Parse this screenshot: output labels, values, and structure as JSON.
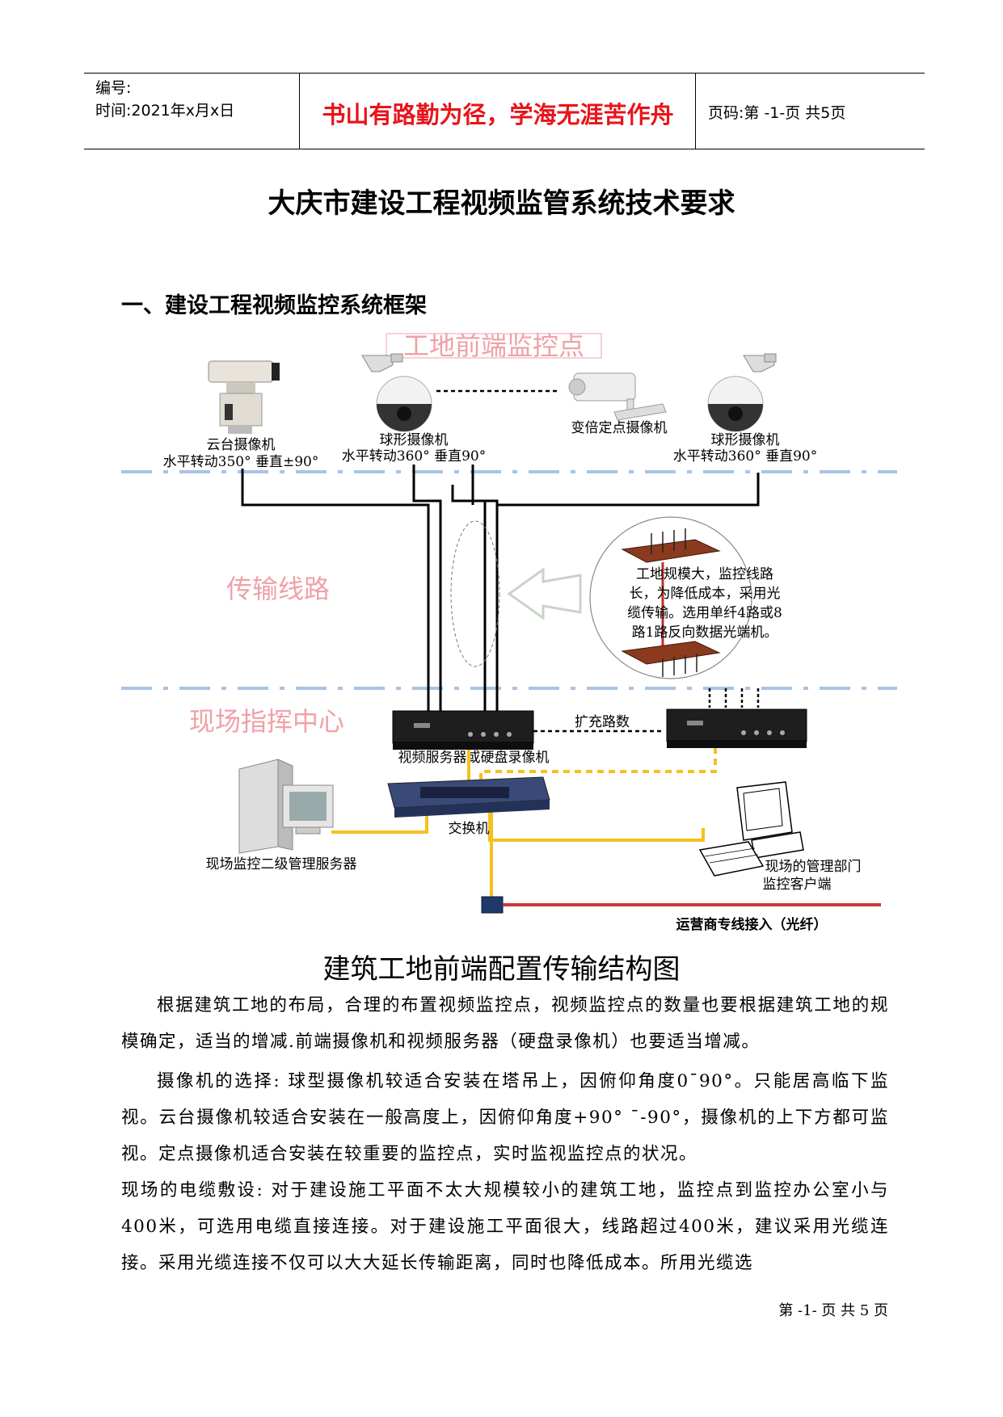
{
  "header": {
    "number_label": "编号:",
    "time_label": "时间:2021年x月x日",
    "motto": "书山有路勤为径，学海无涯苦作舟",
    "page_label": "页码:第 -1-页 共5页"
  },
  "doc": {
    "title": "大庆市建设工程视频监管系统技术要求",
    "section1": "一、建设工程视频监控系统框架"
  },
  "diagram": {
    "zone_front": "工地前端监控点",
    "zone_transmission": "传输线路",
    "zone_center": "现场指挥中心",
    "ptz_camera": "云台摄像机",
    "ptz_rotation": "水平转动350°  垂直±90°",
    "dome1": "球形摄像机",
    "dome1_rotation": "水平转动360° 垂直90°",
    "fixed_camera": "变倍定点摄像机",
    "dome2": "球形摄像机",
    "dome2_rotation": "水平转动360° 垂直90°",
    "fiber_note": [
      "工地规模大，监控线路",
      "长，为降低成本，采用光",
      "缆传输。选用单纤4路或8",
      "路1路反向数据光端机。"
    ],
    "expand": "扩充路数",
    "dvr": "视频服务器或硬盘录像机",
    "switch": "交换机",
    "server": "现场监控二级管理服务器",
    "client_line1": "现场的管理部门",
    "client_line2": "监控客户端",
    "isp": "运营商专线接入（光纤）"
  },
  "caption": "建筑工地前端配置传输结构图",
  "paragraphs": [
    "根据建筑工地的布局，合理的布置视频监控点，视频监控点的数量也要根据建筑工地的规模确定，适当的增减.前端摄像机和视频服务器（硬盘录像机）也要适当增减。",
    "摄像机的选择: 球型摄像机较适合安装在塔吊上，因俯仰角度0¯90°。只能居高临下监视。云台摄像机较适合安装在一般高度上，因俯仰角度+90° ¯-90°，摄像机的上下方都可监视。定点摄像机适合安装在较重要的监控点，实时监视监控点的状况。",
    "现场的电缆敷设: 对于建设施工平面不太大规模较小的建筑工地，监控点到监控办公室小与400米，可选用电缆直接连接。对于建设施工平面很大，线路超过400米，建议采用光缆连接。采用光缆连接不仅可以大大延长传输距离，同时也降低成本。所用光缆选"
  ],
  "footer": "第 -1- 页 共 5 页"
}
